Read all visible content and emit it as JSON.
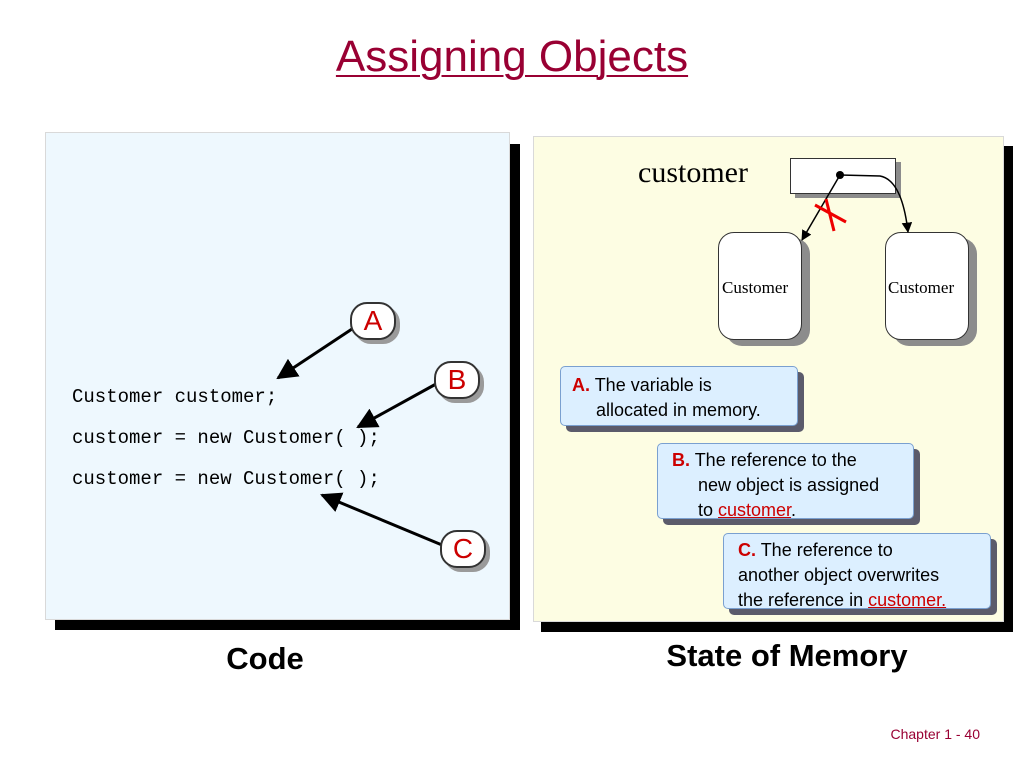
{
  "title": "Assigning Objects",
  "code": {
    "lines": [
      "Customer customer;",
      "customer = new Customer( );",
      "customer = new Customer( );"
    ],
    "section_label": "Code"
  },
  "badges": {
    "a": "A",
    "b": "B",
    "c": "C"
  },
  "memory": {
    "section_label": "State of Memory",
    "variable_label": "customer",
    "objects": [
      "Customer",
      "Customer"
    ],
    "notes": {
      "a": {
        "letter": "A.",
        "line1": "The variable  is",
        "line2": "allocated in memory."
      },
      "b": {
        "letter": "B.",
        "line1": "The reference to the",
        "line2": "new object is assigned",
        "line3_pre": "to ",
        "line3_ref": "customer",
        "line3_post": "."
      },
      "c": {
        "letter": "C.",
        "line1": "The reference to",
        "line2": "another object overwrites",
        "line3_pre": "the reference in ",
        "line3_ref": "customer."
      }
    }
  },
  "footer": "Chapter 1 - 40",
  "colors": {
    "title": "#990033",
    "accent": "#cc0000",
    "code_bg": "#eef8fe",
    "memory_bg": "#fdfde3",
    "note_bg": "#dcefff"
  }
}
